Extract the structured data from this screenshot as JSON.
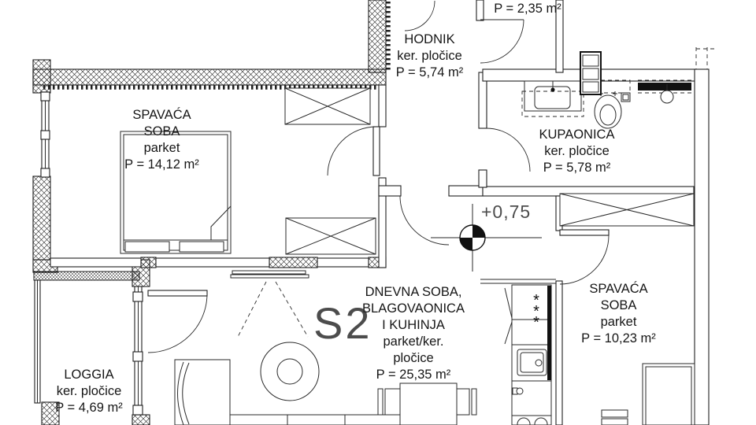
{
  "plan": {
    "unit_label": "S2",
    "elevation_label": "+0,75",
    "freezer_symbol": "*",
    "rooms": {
      "hodnik": {
        "lines": [
          "HODNIK",
          "ker. pločice",
          "P = 5,74 m²"
        ]
      },
      "wc": {
        "lines": [
          "P = 2,35 m²"
        ]
      },
      "spavaca1": {
        "lines": [
          "SPAVAĆA",
          "SOBA",
          "parket",
          "P = 14,12 m²"
        ]
      },
      "kupaonica": {
        "lines": [
          "KUPAONICA",
          "ker. pločice",
          "P = 5,78 m²"
        ]
      },
      "dnevna": {
        "lines": [
          "DNEVNA SOBA,",
          "BLAGOVAONICA",
          "I KUHINJA",
          "parket/ker.",
          "pločice",
          "P = 25,35 m²"
        ]
      },
      "spavaca2": {
        "lines": [
          "SPAVAĆA",
          "SOBA",
          "parket",
          "P = 10,23 m²"
        ]
      },
      "loggia": {
        "lines": [
          "LOGGIA",
          "ker. pločice",
          "P = 4,69 m²"
        ]
      }
    }
  }
}
